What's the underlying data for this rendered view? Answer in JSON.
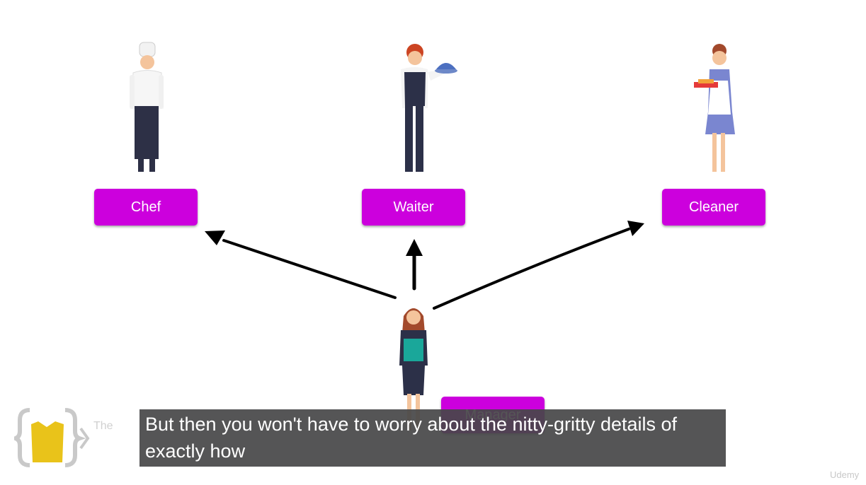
{
  "roles": {
    "chef": "Chef",
    "waiter": "Waiter",
    "cleaner": "Cleaner",
    "manager": "Manager"
  },
  "caption": {
    "line1": "But then you won't have to worry about the nitty-gritty details of",
    "line2": "exactly how"
  },
  "logo_text": "The",
  "watermark": "Udemy",
  "colors": {
    "button_fill": "#cc00dd",
    "arrow": "#000000",
    "caption_bg": "#464648"
  },
  "icons": [
    "chef-figure",
    "waiter-figure",
    "cleaner-figure",
    "manager-figure",
    "code-braces-logo-icon"
  ]
}
